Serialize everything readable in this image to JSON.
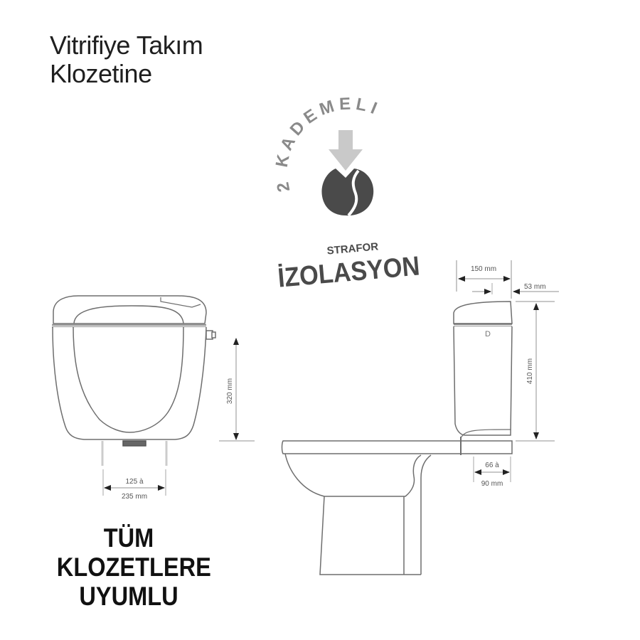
{
  "title": {
    "line1": "Vitrifiye Takım",
    "line2": "Klozetine"
  },
  "badges": {
    "dual_flush": {
      "number": "2",
      "text": "KADEMELI",
      "icon": "dual-flush-drop-icon"
    },
    "insulation": {
      "small": "STRAFOR",
      "large": "İZOLASYON"
    }
  },
  "front_view": {
    "height_label": "320 mm",
    "width_label_top": "125 à",
    "width_label_bottom": "235 mm"
  },
  "side_view": {
    "depth_label": "150 mm",
    "offset_label": "53 mm",
    "height_label": "410 mm",
    "bottom_label_top": "66 à",
    "bottom_label_bottom": "90 mm",
    "button_glyph": "D"
  },
  "slogan": {
    "line1": "TÜM",
    "line2": "KLOZETLERE",
    "line3": "UYUMLU"
  },
  "colors": {
    "line": "#6e6e6e",
    "dim_line": "#b5b5b5",
    "badge_gray": "#4a4a4a",
    "arrow_gray": "#c9c9c9"
  }
}
